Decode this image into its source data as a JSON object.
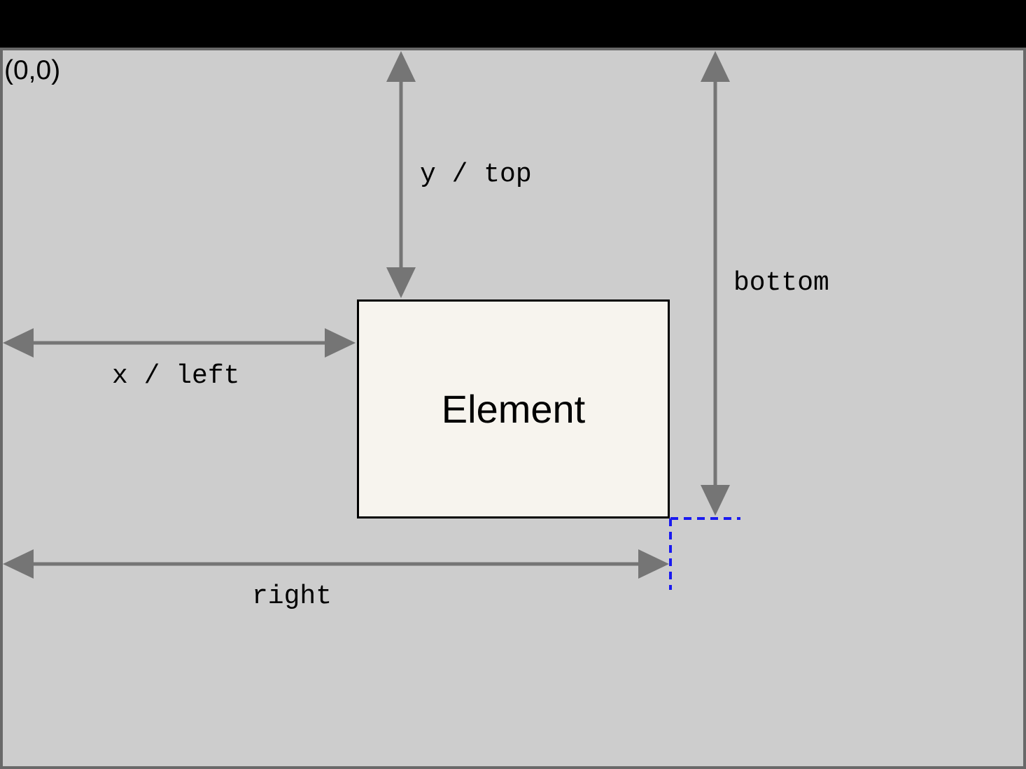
{
  "figure": {
    "origin_label": "(0,0)",
    "element": {
      "label": "Element"
    },
    "measurements": {
      "top_label": "y / top",
      "left_label": "x / left",
      "bottom_label": "bottom",
      "right_label": "right"
    },
    "colors": {
      "page_background": "#000000",
      "canvas_background": "#cdcdcd",
      "canvas_border": "#696969",
      "element_background": "#f7f4ee",
      "element_border": "#000000",
      "arrow": "#757575",
      "guide_line": "#1a1af0",
      "label_text": "#000000"
    }
  }
}
